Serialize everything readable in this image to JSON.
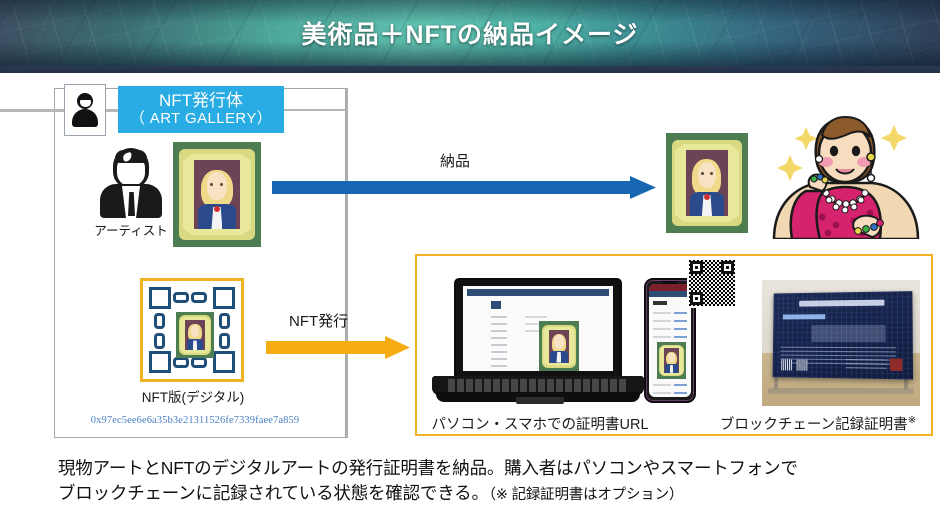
{
  "header": {
    "title": "美術品＋NFTの納品イメージ",
    "accent_color": "#4fb3a6",
    "dark_color": "#2e3f57"
  },
  "gallery": {
    "issuer_label_line1": "NFT発行体",
    "issuer_label_line2": "（ ART GALLERY）",
    "issuer_badge_color": "#29ace3",
    "actor_icon": "person-icon",
    "artist_label": "アーティスト",
    "artwork_name": "framed-portrait-painting",
    "nft_block_caption": "NFT版(デジタル)",
    "nft_hash": "0x97ec5ee6e6a35b3e21311526fe7339faee7a859",
    "nft_hash_color": "#4b7fc4"
  },
  "flows": {
    "delivery_label": "納品",
    "delivery_arrow_color": "#1767b2",
    "nft_issue_label": "NFT発行",
    "nft_issue_arrow_color": "#f5ad13"
  },
  "buyer": {
    "illustration_name": "wealthy-woman-buyer-illustration",
    "delivered_artwork": "framed-portrait-painting"
  },
  "proof_panel": {
    "border_color": "#f0b323",
    "left_label": "パソコン・スマホでの証明書URL",
    "right_label": "ブロックチェーン記録証明書",
    "right_label_note": "※",
    "devices": [
      "laptop",
      "smartphone",
      "qr-code",
      "blockchain-certificate-plaque"
    ]
  },
  "caption": {
    "line1": "現物アートとNFTのデジタルアートの発行証明書を納品。購入者はパソコンやスマートフォンで",
    "line2_main": "ブロックチェーンに記録されている状態を確認できる。",
    "line2_note": "（※ 記録証明書はオプション）"
  }
}
